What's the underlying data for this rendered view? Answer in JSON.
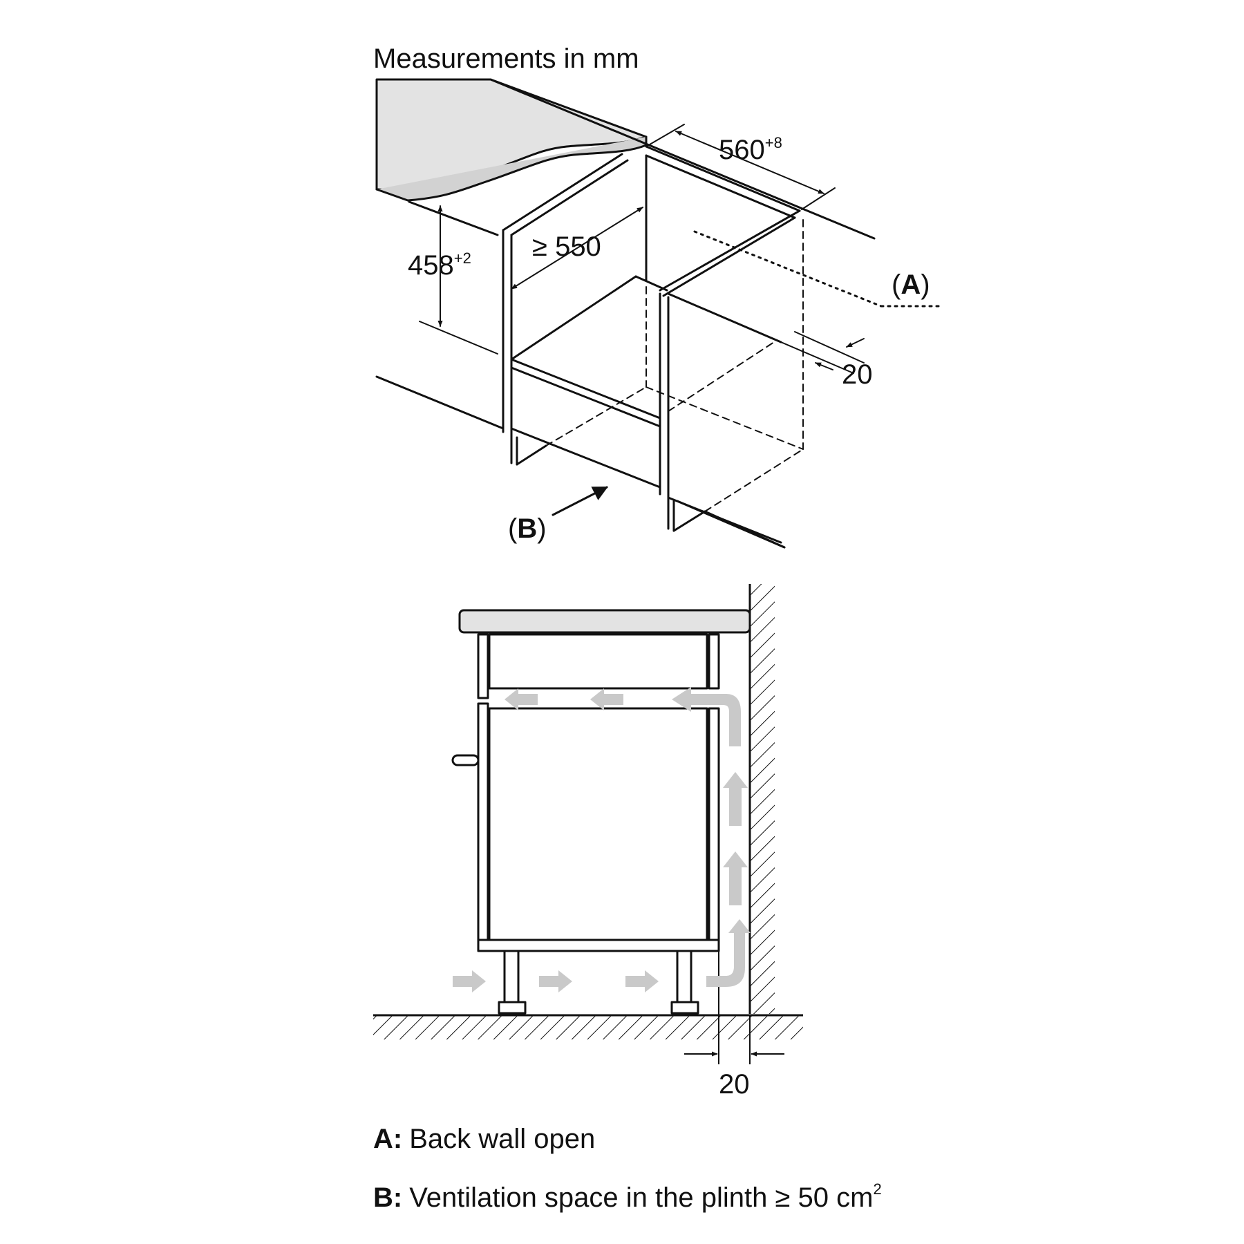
{
  "header": {
    "measurements_note": "Measurements in mm"
  },
  "top_view": {
    "dim_width": {
      "value": "560",
      "tolerance": "+8"
    },
    "dim_depth": {
      "value": "≥ 550"
    },
    "dim_height": {
      "value": "458",
      "tolerance": "+2"
    },
    "dim_gap": {
      "value": "20"
    },
    "label_a": {
      "letter": "A",
      "open": "(",
      "close": ")"
    },
    "label_b": {
      "letter": "B",
      "open": "(",
      "close": ")"
    }
  },
  "side_view": {
    "dim_gap": {
      "value": "20"
    }
  },
  "legend": {
    "a": {
      "key": "A:",
      "text": "Back wall open"
    },
    "b": {
      "key": "B:",
      "text": "Ventilation space in the plinth ≥ 50 cm",
      "superscript": "2"
    }
  },
  "colors": {
    "line": "#111111",
    "worktop_fill": "#e3e3e3",
    "airflow_arrow": "#c9c9c9",
    "background": "#ffffff"
  }
}
